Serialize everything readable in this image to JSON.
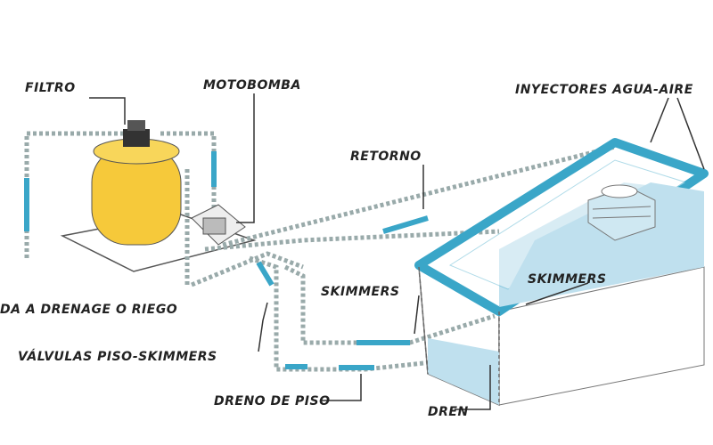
{
  "labels": {
    "filtro": "FILTRO",
    "motobomba": "MOTOBOMBA",
    "inyectores": "INYECTORES AGUA-AIRE",
    "retorno": "RETORNO",
    "skimmers_pipe": "SKIMMERS",
    "skimmers_pool": "SKIMMERS",
    "salida": "DA A DRENAGE O RIEGO",
    "valvulas": "VÁLVULAS PISO-SKIMMERS",
    "dreno_piso": "DRENO DE PISO",
    "dren": "DREN"
  },
  "colors": {
    "filter_body": "#f6c93a",
    "pool_rim": "#3aa6c8",
    "water": "#bfe0ee",
    "pipe": "#3aa6c8"
  }
}
